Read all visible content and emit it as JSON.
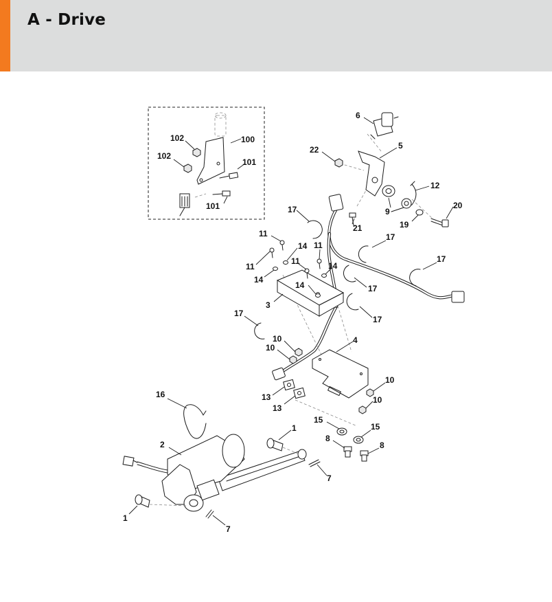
{
  "page": {
    "title": "A - Drive",
    "accent_color": "#f37a1f",
    "header_color": "#dcdddd"
  },
  "callouts": {
    "c1a": "1",
    "c1b": "1",
    "c2": "2",
    "c3": "3",
    "c4": "4",
    "c5": "5",
    "c6": "6",
    "c7a": "7",
    "c7b": "7",
    "c8a": "8",
    "c8b": "8",
    "c9": "9",
    "c10a": "10",
    "c10b": "10",
    "c10c": "10",
    "c10d": "10",
    "c11a": "11",
    "c11b": "11",
    "c11c": "11",
    "c11d": "11",
    "c12": "12",
    "c13a": "13",
    "c13b": "13",
    "c14a": "14",
    "c14b": "14",
    "c14c": "14",
    "c14d": "14",
    "c15a": "15",
    "c15b": "15",
    "c16": "16",
    "c17a": "17",
    "c17b": "17",
    "c17c": "17",
    "c17d": "17",
    "c17e": "17",
    "c17f": "17",
    "c19": "19",
    "c20": "20",
    "c21": "21",
    "c22": "22",
    "c100": "100",
    "c101a": "101",
    "c101b": "101",
    "c102a": "102",
    "c102b": "102"
  }
}
